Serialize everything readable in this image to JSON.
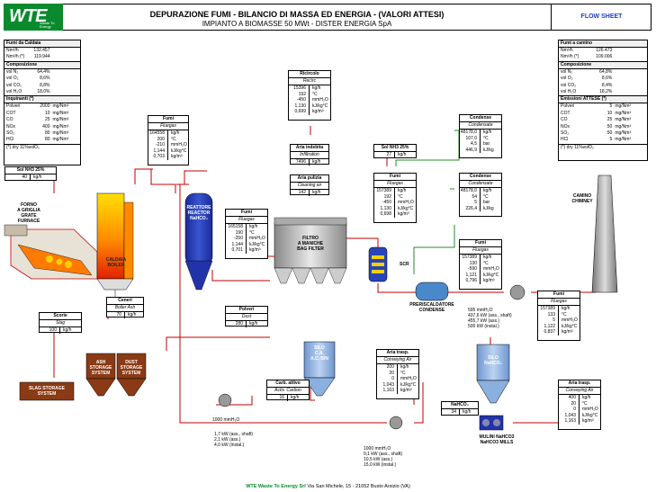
{
  "header": {
    "logo": "WTE",
    "logo_sub": "Waste To Energy",
    "title": "DEPURAZIONE FUMI - BILANCIO DI MASSA ED ENERGIA - (VALORI ATTESI)",
    "subtitle": "IMPIANTO A BIOMASSE 50 MWt - DISTER ENERGIA SpA",
    "sheet": "FLOW SHEET"
  },
  "left_panel": {
    "sec1": "Fumi da Caldaia",
    "sec1_rows": [
      [
        "Nm³/h",
        "132.457",
        ""
      ],
      [
        "Nm³/h (*)",
        "119.944",
        ""
      ]
    ],
    "sec2": "Composizione",
    "sec2_rows": [
      [
        "vol N₂",
        "64,4%",
        ""
      ],
      [
        "vol O₂",
        "8,6%",
        ""
      ],
      [
        "vol CO₂",
        "8,8%",
        ""
      ],
      [
        "vol H₂O",
        "18,0%",
        ""
      ]
    ],
    "sec3": "Inquinanti (*)",
    "sec3_rows": [
      [
        "Polveri",
        "2000",
        "mg/Nm³"
      ],
      [
        "COT",
        "10",
        "mg/Nm³"
      ],
      [
        "CO",
        "25",
        "mg/Nm³"
      ],
      [
        "NOx",
        "400",
        "mg/Nm³"
      ],
      [
        "SO₂",
        "80",
        "mg/Nm³"
      ],
      [
        "HCl",
        "80",
        "mg/Nm³"
      ]
    ],
    "note": "(*) dry 11%volO₂"
  },
  "right_panel": {
    "sec1": "Fumi a camino",
    "sec1_rows": [
      [
        "Nm³/h",
        "126.473",
        ""
      ],
      [
        "Nm³/h (*)",
        "109.006",
        ""
      ]
    ],
    "sec2": "Composizione",
    "sec2_rows": [
      [
        "vol N₂",
        "64,8%",
        ""
      ],
      [
        "vol O₂",
        "8,6%",
        ""
      ],
      [
        "vol CO₂",
        "8,4%",
        ""
      ],
      [
        "vol H₂O",
        "18,2%",
        ""
      ]
    ],
    "sec3": "Emissioni ATTESE (*)",
    "sec3_rows": [
      [
        "Polveri",
        "5",
        "mg/Nm³"
      ],
      [
        "COT",
        "10",
        "mg/Nm³"
      ],
      [
        "CO",
        "25",
        "mg/Nm³"
      ],
      [
        "NOx",
        "50",
        "mg/Nm³"
      ],
      [
        "SO₂",
        "50",
        "mg/Nm³"
      ],
      [
        "HCl",
        "5",
        "mg/Nm³"
      ]
    ],
    "note": "(*) dry 11%volO₂"
  },
  "boxes": {
    "soi_nh3_left": {
      "title": "Sol NH3 25%",
      "rows": [
        [
          "40",
          "kg/h"
        ]
      ]
    },
    "fumi1": {
      "title": "Fumi",
      "sub": "Fluegas",
      "rows": [
        [
          "164558",
          "kg/h"
        ],
        [
          "200",
          "°C"
        ],
        [
          "-210",
          "mmH₂O"
        ],
        [
          "1,144",
          "kJ/kg°C"
        ],
        [
          "0,703",
          "kg/m³"
        ]
      ]
    },
    "ricircolo": {
      "title": "Ricircolo",
      "sub": "Recirc",
      "rows": [
        [
          "15396",
          "kg/h"
        ],
        [
          "192",
          "°C"
        ],
        [
          "-450",
          "mmH₂O"
        ],
        [
          "1,130",
          "kJ/kg°C"
        ],
        [
          "0,699",
          "kg/m³"
        ]
      ]
    },
    "aria_indebita": {
      "title": "Aria indebita",
      "sub": "Infiltration",
      "rows": [
        [
          "7496",
          "kg/h"
        ]
      ]
    },
    "aria_pulizia": {
      "title": "Aria pulizia",
      "sub": "Cleaning air",
      "rows": [
        [
          "142",
          "kg/h"
        ]
      ]
    },
    "fumi2": {
      "title": "Fumi",
      "sub": "Fluegas",
      "rows": [
        [
          "165158",
          "kg/h"
        ],
        [
          "190",
          "°C"
        ],
        [
          "-250",
          "mmH₂O"
        ],
        [
          "1,144",
          "kJ/kg°C"
        ],
        [
          "0,701",
          "kg/m³"
        ]
      ]
    },
    "sol_nh3_mid": {
      "title": "Sol NH3 25%",
      "rows": [
        [
          "27",
          "kg/h"
        ]
      ]
    },
    "fumi3": {
      "title": "Fumi",
      "sub": "Fluegas",
      "rows": [
        [
          "157389",
          "kg/h"
        ],
        [
          "192",
          "°C"
        ],
        [
          "-450",
          "mmH₂O"
        ],
        [
          "1,130",
          "kJ/kg°C"
        ],
        [
          "0,698",
          "kg/m³"
        ]
      ]
    },
    "condense1": {
      "title": "Condense",
      "sub": "Condensate",
      "rows": [
        [
          "48178,0",
          "kg/h"
        ],
        [
          "107,0",
          "°C"
        ],
        [
          "4,5",
          "bar"
        ],
        [
          "446,9",
          "kJ/kg"
        ]
      ]
    },
    "condense2": {
      "title": "Condense",
      "sub": "Condensate",
      "rows": [
        [
          "48178,0",
          "kg/h"
        ],
        [
          "54",
          "°C"
        ],
        [
          "5",
          "bar"
        ],
        [
          "226,4",
          "kJ/kg"
        ]
      ]
    },
    "fumi4": {
      "title": "Fumi",
      "sub": "Fluegas",
      "rows": [
        [
          "157389",
          "kg/h"
        ],
        [
          "130",
          "°C"
        ],
        [
          "-590",
          "mmH₂O"
        ],
        [
          "1,121",
          "kJ/kg°C"
        ],
        [
          "0,796",
          "kg/m³"
        ]
      ]
    },
    "fumi5": {
      "title": "Fumi",
      "sub": "Fluegas",
      "rows": [
        [
          "157389",
          "kg/h"
        ],
        [
          "133",
          "°C"
        ],
        [
          "5",
          "mmH₂O"
        ],
        [
          "1,122",
          "kJ/kg°C"
        ],
        [
          "0,837",
          "kg/m³"
        ]
      ]
    },
    "ceneri": {
      "title": "Ceneri",
      "sub": "Boiler Ash",
      "rows": [
        [
          "70",
          "kg/h"
        ]
      ]
    },
    "scorie": {
      "title": "Scorie",
      "sub": "Slag",
      "rows": [
        [
          "100",
          "kg/h"
        ]
      ]
    },
    "polveri": {
      "title": "Polveri",
      "sub": "Dust",
      "rows": [
        [
          "280",
          "kg/h"
        ]
      ]
    },
    "aria_trasp1": {
      "title": "Aria trasp.",
      "sub": "Conveying Air",
      "rows": [
        [
          "200",
          "kg/h"
        ],
        [
          "20",
          "°C"
        ],
        [
          "0",
          "mmH₂O"
        ],
        [
          "1,043",
          "kJ/kg°C"
        ],
        [
          "1,163",
          "kg/m³"
        ]
      ]
    },
    "carb_attivo": {
      "title": "Carb. attivo",
      "sub": "Activ. Carbon",
      "rows": [
        [
          "16",
          "kg/h"
        ]
      ]
    },
    "nahco3": {
      "title": "NaHCO₃",
      "rows": [
        [
          "34",
          "kg/h"
        ]
      ]
    },
    "aria_trasp2": {
      "title": "Aria trasp.",
      "sub": "Conveying Air",
      "rows": [
        [
          "400",
          "kg/h"
        ],
        [
          "20",
          "°C"
        ],
        [
          "0",
          "mmH₂O"
        ],
        [
          "1,043",
          "kJ/kg°C"
        ],
        [
          "1,163",
          "kg/m³"
        ]
      ]
    }
  },
  "labels": {
    "forno": "FORNO\nA GRIGLIA\nGRATE\nFURNACE",
    "caldaia": "CALDAIA\nBOILER",
    "reattore": "REATTORE\nREACTOR\nNaHCO₃",
    "filtro": "FILTRO\nA MANICHE\nBAG FILTER",
    "scr": "SCR",
    "preriscaldatore": "PRERISCALDATORE\nCONDENSE",
    "camino": "CAMINO\nCHIMNEY",
    "ash_storage": "ASH\nSTORAGE\nSYSTEM",
    "dust_storage": "DUST\nSTORAGE\nSYSTEM",
    "slag_storage": "SLAG STORAGE\nSYSTEM",
    "silo_ca": "SILO\nC.A.\nA.C. BIN",
    "silo_nahco3": "SILO\nNaHCO₃",
    "mulini": "MULINI NaHCO3\nNaHCO3 MILLS",
    "fan_main": "595 mmH₂O\n437,6 kW (ass., shaft)\n455,7 kW (ass.)\n500 kW (instal.)",
    "fan_bottom_left": "1000 mmH₂O",
    "fan_bottom_left_power": "1,7 kW (ass., shaft)\n2,1 kW (ass.)\n4,0 kW (instal.)",
    "fan_bottom_mid": "1000 mmH₂O\n9,1 kW (ass., shaft)\n10,5 kW (ass.)\n15,0 kW (instal.)"
  },
  "footer": {
    "company": "WTE Waste To Energy Srl",
    "address": "Via San Michele, 15 - 21052 Busto Arsizio (VA)"
  },
  "colors": {
    "logo_green": "#0a8a2c",
    "flue_red": "#c00000",
    "steam_green": "#2a8a2a",
    "reactor_blue": "#2233aa",
    "storage_brown": "#8a3a14",
    "silo_blue": "#8ab0e0"
  }
}
